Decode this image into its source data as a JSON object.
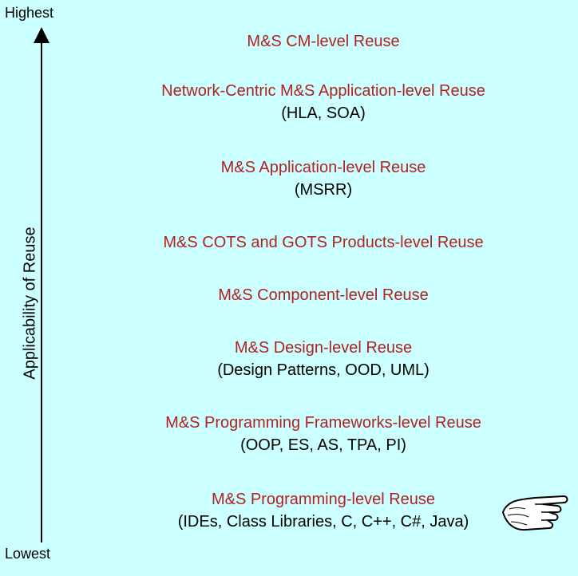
{
  "axis": {
    "top_label": "Highest",
    "bottom_label": "Lowest",
    "title": "Applicability of Reuse"
  },
  "levels": [
    {
      "name": "M&S CM-level  Reuse",
      "sub": ""
    },
    {
      "name": "Network-Centric  M&S Application-level Reuse",
      "sub": "(HLA,  SOA)"
    },
    {
      "name": "M&S Application-level Reuse",
      "sub": "(MSRR)"
    },
    {
      "name": "M&S COTS  and GOTS  Products-level Reuse",
      "sub": ""
    },
    {
      "name": "M&S Component-level Reuse",
      "sub": ""
    },
    {
      "name": "M&S Design-level Reuse",
      "sub": "(Design Patterns, OOD,  UML)"
    },
    {
      "name": "M&S Programming Frameworks-level  Reuse",
      "sub": "(OOP, ES, AS, TPA, PI)"
    },
    {
      "name": "M&S Programming-level Reuse",
      "sub": "(IDEs, Class Libraries, C, C++, C#, Java)"
    }
  ],
  "colors": {
    "background": "#ccffff",
    "level_name": "#b22222",
    "sub_text": "#000000"
  },
  "icons": {
    "pointer": "pointing-hand-icon"
  }
}
